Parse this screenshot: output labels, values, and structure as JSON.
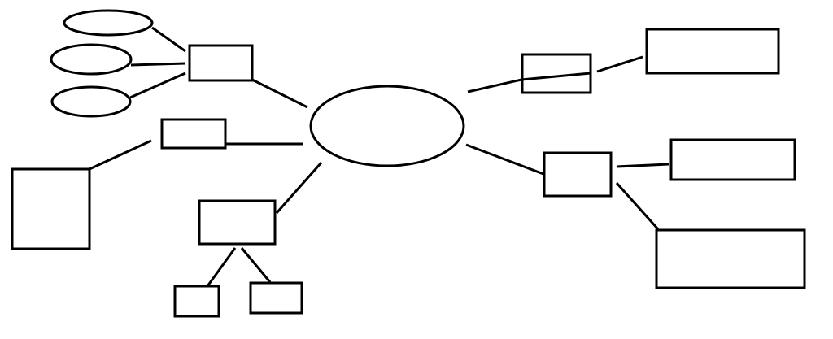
{
  "diagram": {
    "type": "mind-map",
    "labels": "none",
    "stroke_color": "#000000",
    "background_color": "#ffffff",
    "nodes": [
      {
        "id": "center",
        "shape": "ellipse"
      },
      {
        "id": "upper-left-box",
        "shape": "rectangle"
      },
      {
        "id": "upper-left-oval-1",
        "shape": "ellipse"
      },
      {
        "id": "upper-left-oval-2",
        "shape": "ellipse"
      },
      {
        "id": "upper-left-oval-3",
        "shape": "ellipse"
      },
      {
        "id": "middle-left-box",
        "shape": "rectangle"
      },
      {
        "id": "far-left-box",
        "shape": "rectangle"
      },
      {
        "id": "lower-left-box",
        "shape": "rectangle"
      },
      {
        "id": "bottom-box-1",
        "shape": "rectangle"
      },
      {
        "id": "bottom-box-2",
        "shape": "rectangle"
      },
      {
        "id": "upper-right-box",
        "shape": "rectangle"
      },
      {
        "id": "top-right-box",
        "shape": "rectangle"
      },
      {
        "id": "lower-right-box",
        "shape": "rectangle"
      },
      {
        "id": "right-box-1",
        "shape": "rectangle"
      },
      {
        "id": "right-box-2",
        "shape": "rectangle"
      }
    ],
    "edges": [
      [
        "center",
        "upper-left-box"
      ],
      [
        "upper-left-box",
        "upper-left-oval-1"
      ],
      [
        "upper-left-box",
        "upper-left-oval-2"
      ],
      [
        "upper-left-box",
        "upper-left-oval-3"
      ],
      [
        "center",
        "middle-left-box"
      ],
      [
        "middle-left-box",
        "far-left-box"
      ],
      [
        "center",
        "lower-left-box"
      ],
      [
        "lower-left-box",
        "bottom-box-1"
      ],
      [
        "lower-left-box",
        "bottom-box-2"
      ],
      [
        "center",
        "upper-right-box"
      ],
      [
        "upper-right-box",
        "top-right-box"
      ],
      [
        "center",
        "lower-right-box"
      ],
      [
        "lower-right-box",
        "right-box-1"
      ],
      [
        "lower-right-box",
        "right-box-2"
      ]
    ]
  }
}
